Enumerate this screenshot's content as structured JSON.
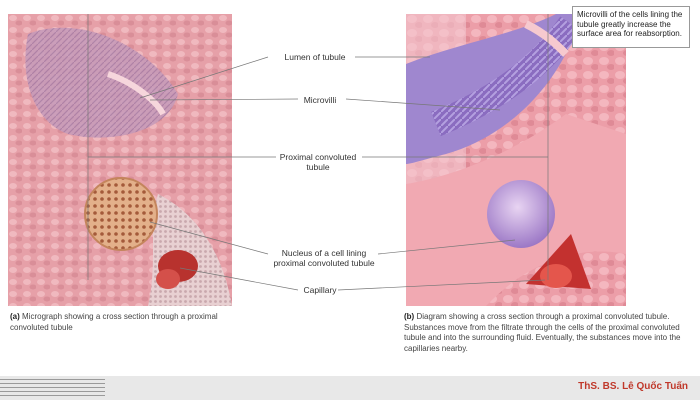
{
  "labels": {
    "lumen": "Lumen of tubule",
    "microvilli": "Microvilli",
    "pct_line1": "Proximal convoluted",
    "pct_line2": "tubule",
    "nucleus_line1": "Nucleus of a cell lining",
    "nucleus_line2": "proximal convoluted tubule",
    "capillary": "Capillary"
  },
  "callout": {
    "text": "Microvilli of the cells lining the tubule greatly increase the surface area for reabsorption."
  },
  "captions": {
    "a_marker": "(a)",
    "a_text": "Micrograph showing a cross section through a proximal convoluted tubule",
    "b_marker": "(b)",
    "b_text": "Diagram showing a cross section through a proximal convoluted tubule. Substances move from the filtrate through the cells of the proximal convoluted tubule and into the surrounding fluid. Eventually, the substances move into the capillaries nearby."
  },
  "footer": {
    "author": "ThS. BS. Lê Quốc Tuấn"
  },
  "colors": {
    "tissue_pink": "#e9a3ad",
    "microvilli_purple": "#8a6cc0",
    "capillary_red": "#c3312f",
    "nucleus_tan": "#d9a277",
    "author_red": "#c0392b"
  }
}
